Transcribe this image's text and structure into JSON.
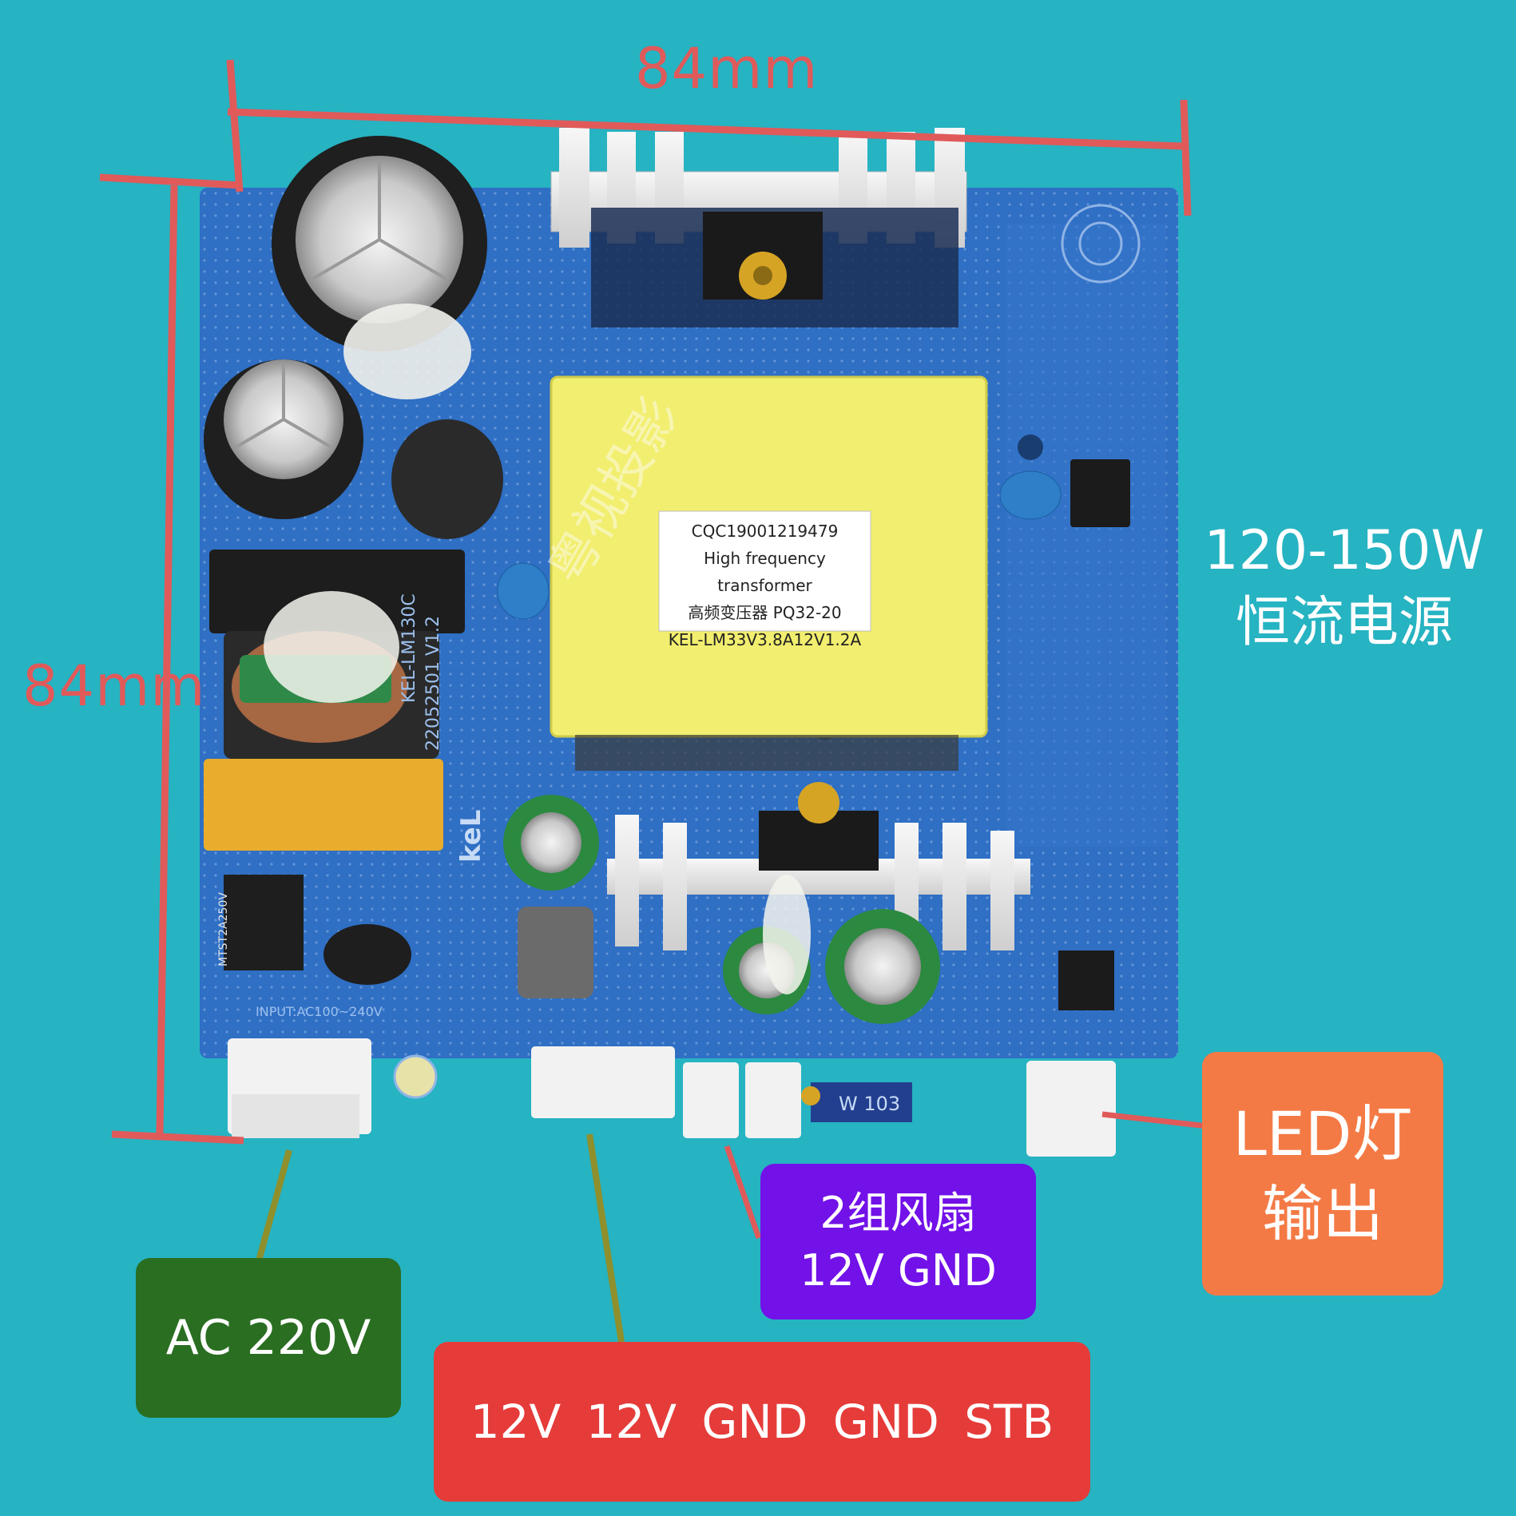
{
  "dimensions": {
    "width_label": "84mm",
    "height_label": "84mm"
  },
  "spec": {
    "line1": "120-150W",
    "line2": "恒流电源"
  },
  "watermark": "粤视投影",
  "transformer": {
    "line1": "CQC19001219479",
    "line2": "High frequency transformer",
    "line3": "高频变压器  PQ32-20",
    "line4": "KEL-LM33V3.8A12V1.2A"
  },
  "board": {
    "model": "KEL-LM130C",
    "date": "22052501  V1.2",
    "input": "INPUT:AC100~240V",
    "pot": "W 103",
    "fuse": "MTST2A250V",
    "brand": "keL"
  },
  "callouts": {
    "ac": "AC 220V",
    "pins": [
      "12V",
      "12V",
      "GND",
      "GND",
      "STB"
    ],
    "fan_line1": "2组风扇",
    "fan_line2": "12V GND",
    "led_line1": "LED灯",
    "led_line2": "输出"
  },
  "colors": {
    "background": "#26b3c2",
    "board": "#2f6fc4",
    "transformer": "#f2ee6f",
    "ac_box": "#2a6e22",
    "pins_box": "#e53c3a",
    "fan_box": "#7211e8",
    "led_box": "#f47a45",
    "dimension": "#e05a5a"
  }
}
